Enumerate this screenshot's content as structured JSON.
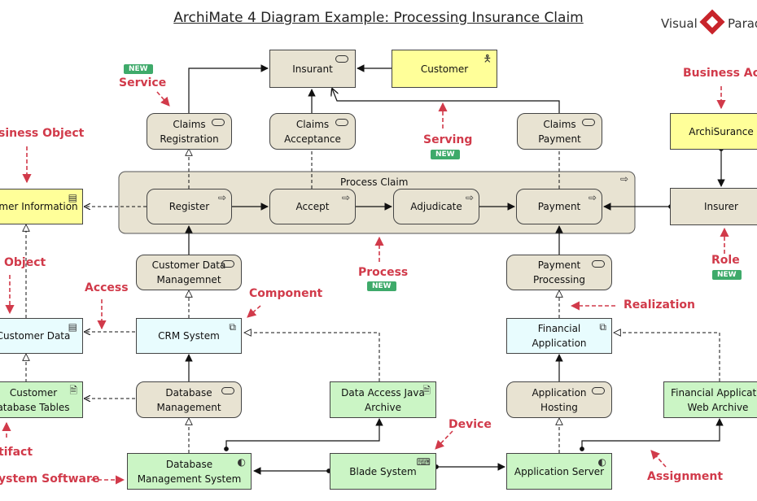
{
  "title": "ArchiMate 4 Diagram Example: Processing Insurance Claim",
  "logo": {
    "text1": "Visual",
    "text2": "Parad"
  },
  "badge": "NEW",
  "nodes": {
    "insurant": "Insurant",
    "customer": "Customer",
    "claims_registration": [
      "Claims",
      "Registration"
    ],
    "claims_acceptance": [
      "Claims",
      "Acceptance"
    ],
    "claims_payment": [
      "Claims",
      "Payment"
    ],
    "archisurance": "ArchiSurance",
    "process_claim": "Process Claim",
    "register": "Register",
    "accept": "Accept",
    "adjudicate": "Adjudicate",
    "payment": "Payment",
    "insurer": "Insurer",
    "customer_information": "tomer Information",
    "customer_data_management": [
      "Customer Data",
      "Managemnet"
    ],
    "payment_processing": [
      "Payment",
      "Processing"
    ],
    "customer_data": "Customer Data",
    "crm_system": "CRM System",
    "financial_application": [
      "Financial",
      "Application"
    ],
    "customer_db_tables": [
      "Customer",
      "atabase Tables"
    ],
    "database_management": [
      "Database",
      "Management"
    ],
    "data_access_java_archive": [
      "Data Access Java",
      "Archive"
    ],
    "application_hosting": [
      "Application",
      "Hosting"
    ],
    "financial_app_web_archive": [
      "Financial Applicatio",
      "Web Archive"
    ],
    "dbms": [
      "Database",
      "Management System"
    ],
    "blade_system": "Blade System",
    "application_server": "Application Server"
  },
  "annotations": {
    "service": "Service",
    "business_object": "siness Object",
    "serving": "Serving",
    "business_actor": "Business Acto",
    "object": "Object",
    "access": "Access",
    "component": "Component",
    "process": "Process",
    "role": "Role",
    "realization": "Realization",
    "device": "Device",
    "artifact": "tifact",
    "system_software": "ystem Software",
    "assignment": "Assignment"
  },
  "colors": {
    "business": "#ffff99",
    "application": "#e8fcfe",
    "technology": "#cbf5c5",
    "neutral": "#e8e3d2",
    "annotation": "#d13a4a",
    "badge": "#3eaa6a"
  }
}
